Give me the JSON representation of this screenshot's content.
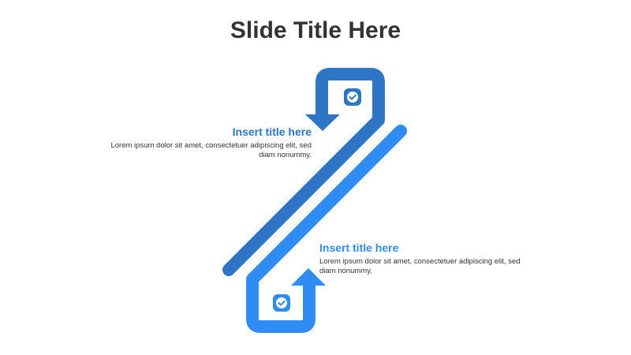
{
  "slide": {
    "title": "Slide Title Here"
  },
  "colors": {
    "dark_blue": "#2E75C6",
    "light_blue": "#2F8CF4",
    "title_text": "#333333"
  },
  "steps": [
    {
      "title": "Insert title here",
      "body": "Lorem ipsum dolor sit amet, consectetuer adipiscing elit, sed diam nonummy.",
      "icon": "check-icon"
    },
    {
      "title": "Insert title here",
      "body": "Lorem ipsum dolor sit amet, consectetuer adipiscing elit, sed diam nonummy.",
      "icon": "check-icon"
    }
  ]
}
